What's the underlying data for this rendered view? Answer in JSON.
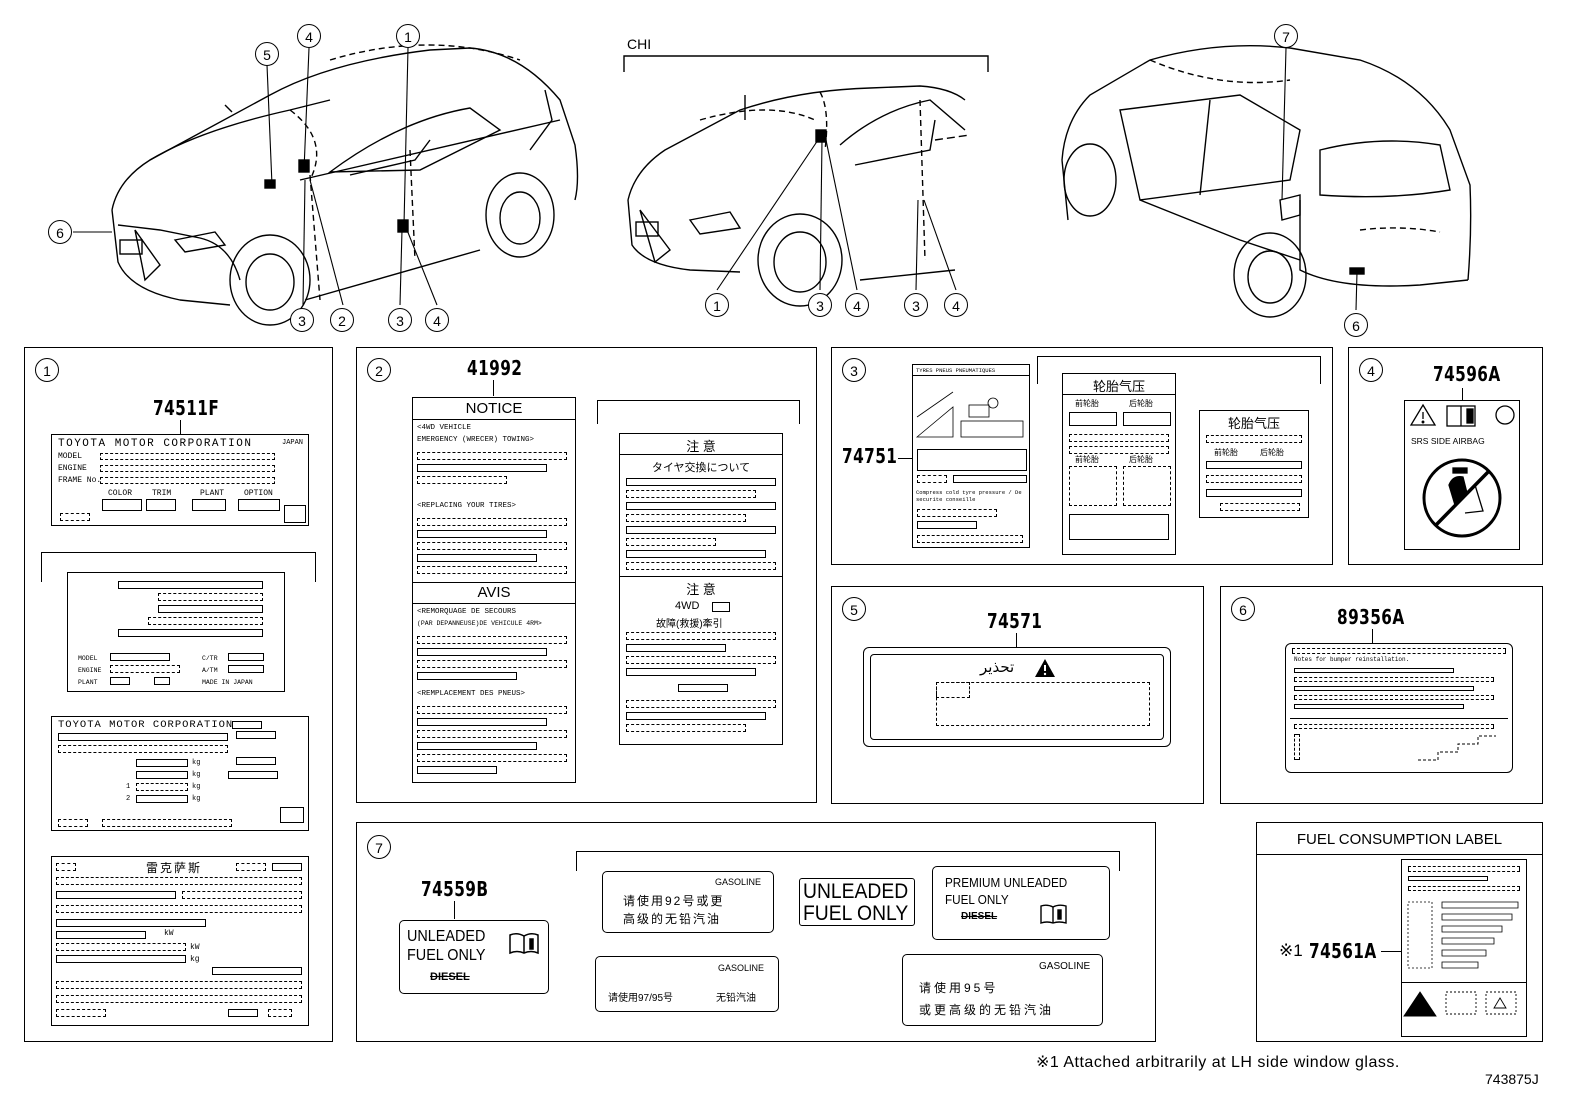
{
  "region_label": "CHI",
  "callouts": [
    "1",
    "2",
    "3",
    "4",
    "5",
    "6",
    "7"
  ],
  "panels": {
    "p1": {
      "num": "1",
      "part": "74511F",
      "vin_maker": "TOYOTA MOTOR CORPORATION",
      "vin_japan": "JAPAN",
      "vin_fields": [
        "MODEL",
        "ENGINE",
        "FRAME No."
      ],
      "vin_cols": [
        "COLOR",
        "TRIM",
        "PLANT",
        "OPTION"
      ],
      "plate2_rows": [
        "MODEL",
        "ENGINE",
        "PLANT"
      ],
      "plate2_right": [
        "C/TR",
        "A/TM",
        "MADE IN JAPAN"
      ],
      "maker2": "TOYOTA MOTOR CORPORATION",
      "kg": "kg",
      "kg_rows": [
        "1",
        "2"
      ],
      "cn_brand": "雷克萨斯",
      "kw": "kW",
      "kg2": "kg"
    },
    "p2": {
      "num": "2",
      "part": "41992",
      "notice": "NOTICE",
      "notice_l1": "<4WD VEHICLE",
      "notice_l2": "EMERGENCY (WRECER) TOWING>",
      "notice_l3": "<REPLACING YOUR TIRES>",
      "avis": "AVIS",
      "avis_l1": "<REMORQUAGE DE SECOURS",
      "avis_l2": "(PAR DEPANNEUSE)DE VEHICULE 4RM>",
      "avis_l3": "<REMPLACEMENT DES PNEUS>",
      "cn_h1": "注 意",
      "cn_l1": "タイヤ交換について",
      "cn_h2": "注 意",
      "cn_4wd": "4WD",
      "cn_l2": "故障(救援)牽引"
    },
    "p3": {
      "num": "3",
      "part": "74751",
      "tire_head": "TYRES  PNEUS  PNEUMATIQUES",
      "tire_txt": "Compress cold tyre pressure / De securite conseille",
      "cn_tire": "轮胎气压",
      "cn_front": "前轮胎",
      "cn_rear": "后轮胎"
    },
    "p4": {
      "num": "4",
      "part": "74596A",
      "srs": "SRS  SIDE  AIRBAG"
    },
    "p5": {
      "num": "5",
      "part": "74571",
      "arabic": "تحذير"
    },
    "p6": {
      "num": "6",
      "part": "89356A",
      "note": "Notes for bumper reinstallation."
    },
    "p7": {
      "num": "7",
      "part": "74559B",
      "unleaded1": "UNLEADED",
      "unleaded2": "FUEL ONLY",
      "diesel": "DIESEL",
      "gas1": "GASOLINE",
      "gas1_l1": "请使用92号或更",
      "gas1_l2": "高级的无铅汽油",
      "big1": "UNLEADED",
      "big2": "FUEL ONLY",
      "prem1": "PREMIUM  UNLEADED",
      "prem2": "FUEL ONLY",
      "gas2": "GASOLINE",
      "gas2_l1": "请使用97/95号",
      "gas2_l2": "无铅汽油",
      "gas3": "GASOLINE",
      "gas3_l1": "请使用95号",
      "gas3_l2": "或更高级的无铅汽油"
    },
    "fuel": {
      "title": "FUEL CONSUMPTION LABEL",
      "mark": "※1",
      "part": "74561A"
    }
  },
  "footnote": "※1  Attached arbitrarily at LH side window glass.",
  "drawing_id": "743875J"
}
